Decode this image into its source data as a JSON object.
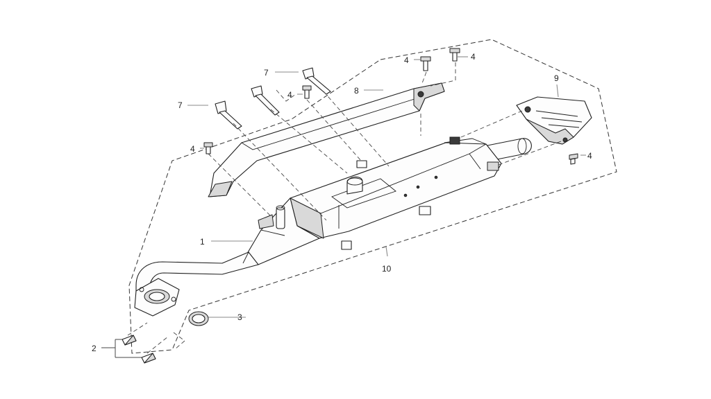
{
  "callouts": {
    "c1": "1",
    "c2": "2",
    "c3": "3",
    "c4a": "4",
    "c4b": "4",
    "c4c": "4",
    "c4d": "4",
    "c4e": "4",
    "c7a": "7",
    "c7b": "7",
    "c8": "8",
    "c9": "9",
    "c10": "10"
  }
}
